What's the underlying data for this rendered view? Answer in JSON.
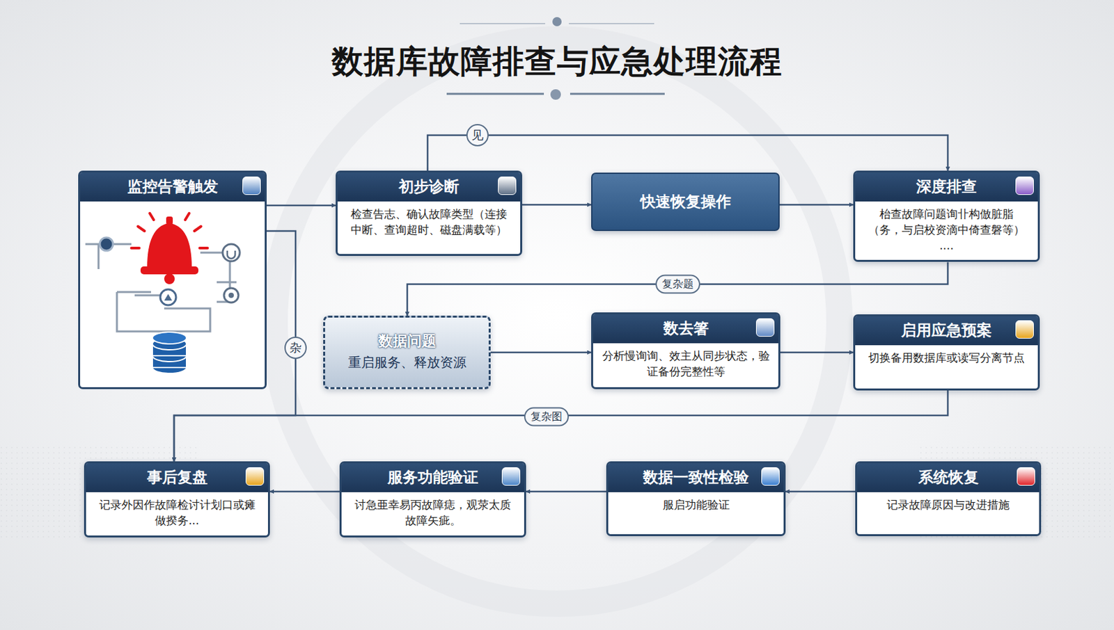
{
  "diagram": {
    "title": "数据库故障排查与应急处理流程",
    "nodes": [
      {
        "text": [
          "监控告警触发"
        ]
      },
      {
        "text": [
          "初步诊断",
          "检查告志、确认故障类型（连接中断、查询超时、磁盘满载等）"
        ]
      },
      {
        "text": [
          "快速恢复操作"
        ]
      },
      {
        "text": [
          "深度排查",
          "枱查故障问题询卝构倣脏脂（务，与启校资滴中倚查磐等） ...."
        ]
      },
      {
        "text": [
          "数据问题",
          "重启服务、释放资源"
        ]
      },
      {
        "text": [
          "数去箸",
          "分析慢询询、效主从同步状态，验证备份完整性等"
        ]
      },
      {
        "text": [
          "启用应急预案",
          "切换备用数据库或读写分离节点"
        ]
      },
      {
        "text": [
          "事后复盘",
          "记录外因作故障检讨计划口或瘫做揆务..."
        ]
      },
      {
        "text": [
          "服务功能验证",
          "讨急亜幸易丙故障痣，观荥太质故障矢疵。"
        ]
      },
      {
        "text": [
          "数据一致性检验",
          "服启功能验证"
        ]
      },
      {
        "text": [
          "系统恢复",
          "记录故障原因与改进措施"
        ]
      }
    ],
    "edges": [
      {
        "from": 0,
        "to": 1,
        "arrow": "to"
      },
      {
        "from": 1,
        "to": 2,
        "arrow": "to"
      },
      {
        "from": 2,
        "to": 3,
        "arrow": "to"
      },
      {
        "from": 1,
        "to": 3,
        "label": "见",
        "arrow": "to"
      },
      {
        "from": 3,
        "to": 4,
        "label": "复杂题",
        "arrow": "to"
      },
      {
        "from": 0,
        "to": 7,
        "label": "杂",
        "arrow": "to"
      },
      {
        "from": 4,
        "to": 5,
        "arrow": "to"
      },
      {
        "from": 5,
        "to": 6,
        "arrow": "to"
      },
      {
        "from": 6,
        "to": 7,
        "label": "复杂图",
        "arrow": "to"
      },
      {
        "from": 10,
        "to": 9,
        "arrow": "to"
      },
      {
        "from": 9,
        "to": 8,
        "arrow": "to"
      },
      {
        "from": 8,
        "to": 7,
        "arrow": "to"
      }
    ]
  }
}
